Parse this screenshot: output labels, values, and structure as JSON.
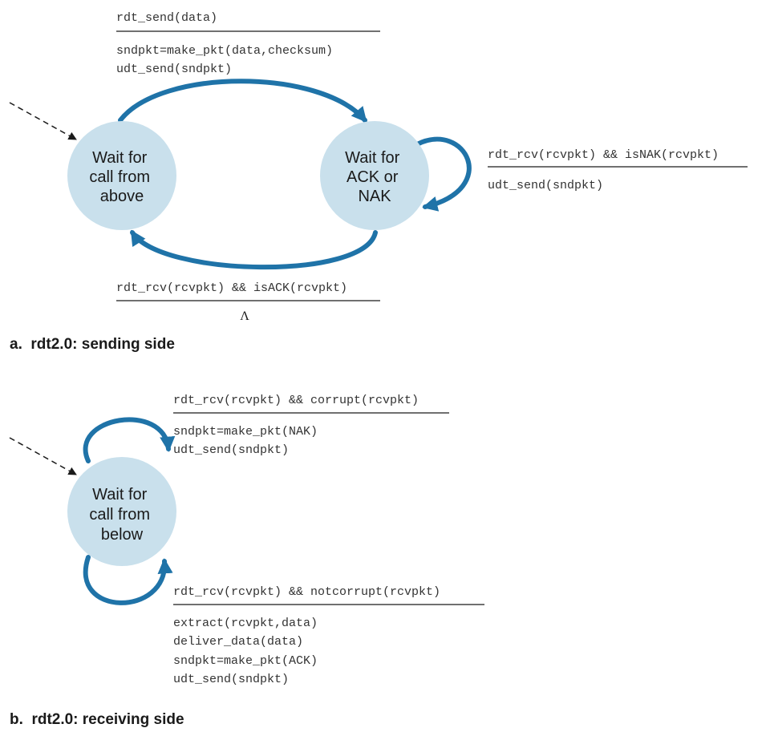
{
  "colors": {
    "state_fill": "#c9e0ec",
    "arc": "#1f73a8",
    "rule": "#1a1a1a"
  },
  "sender": {
    "caption": "a.  rdt2.0: sending side",
    "state_wait_call": [
      "Wait for",
      "call from",
      "above"
    ],
    "state_wait_ack": [
      "Wait for",
      "ACK or",
      "NAK"
    ],
    "t_send": {
      "event": "rdt_send(data)",
      "actions": [
        "sndpkt=make_pkt(data,checksum)",
        "udt_send(sndpkt)"
      ]
    },
    "t_nak": {
      "event": "rdt_rcv(rcvpkt) && isNAK(rcvpkt)",
      "actions": [
        "udt_send(sndpkt)"
      ]
    },
    "t_ack": {
      "event": "rdt_rcv(rcvpkt) && isACK(rcvpkt)",
      "actions": [
        "Λ"
      ]
    }
  },
  "receiver": {
    "caption": "b.  rdt2.0: receiving side",
    "state_wait_below": [
      "Wait for",
      "call from",
      "below"
    ],
    "t_corrupt": {
      "event": "rdt_rcv(rcvpkt) && corrupt(rcvpkt)",
      "actions": [
        "sndpkt=make_pkt(NAK)",
        "udt_send(sndpkt)"
      ]
    },
    "t_notcorrupt": {
      "event": "rdt_rcv(rcvpkt) && notcorrupt(rcvpkt)",
      "actions": [
        "extract(rcvpkt,data)",
        "deliver_data(data)",
        "sndpkt=make_pkt(ACK)",
        "udt_send(sndpkt)"
      ]
    }
  }
}
